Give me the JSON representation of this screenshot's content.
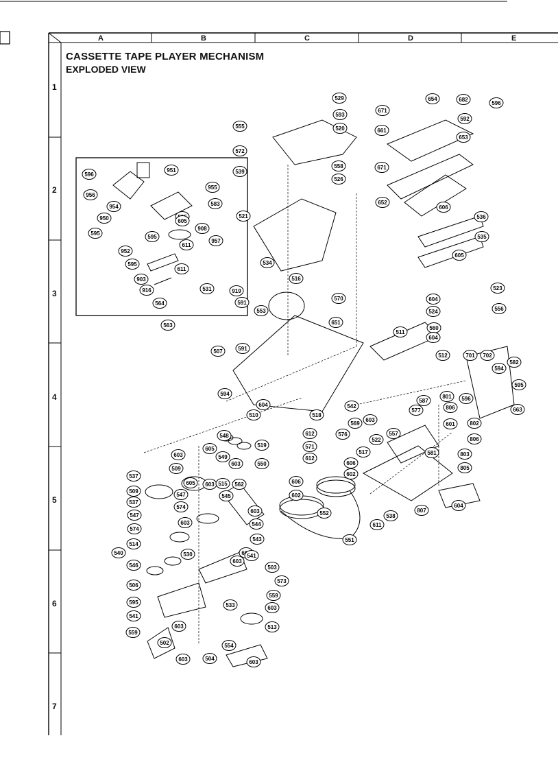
{
  "title": "CASSETTE TAPE PLAYER MECHANISM",
  "subtitle": "EXPLODED VIEW",
  "grid": {
    "columns": [
      "A",
      "B",
      "C",
      "D",
      "E"
    ],
    "rows": [
      "1",
      "2",
      "3",
      "4",
      "5",
      "6",
      "7"
    ]
  },
  "callouts": {
    "inset": [
      "596",
      "951",
      "956",
      "955",
      "583",
      "954",
      "950",
      "595",
      "605",
      "908",
      "595",
      "595",
      "611",
      "952",
      "957",
      "595",
      "611",
      "903",
      "916"
    ],
    "upper": [
      "529",
      "593",
      "555",
      "520",
      "572",
      "558",
      "539",
      "526",
      "521",
      "534",
      "919",
      "516",
      "531",
      "591",
      "564",
      "553",
      "570",
      "563",
      "651",
      "591",
      "507",
      "594"
    ],
    "right": [
      "654",
      "682",
      "596",
      "671",
      "592",
      "661",
      "653",
      "671",
      "652",
      "606",
      "536",
      "535",
      "605",
      "523",
      "604",
      "524",
      "556",
      "560",
      "511",
      "604",
      "512",
      "701",
      "702",
      "582",
      "594",
      "595",
      "596",
      "663"
    ],
    "middle": [
      "604",
      "510",
      "518",
      "548",
      "612",
      "569",
      "603",
      "576",
      "605",
      "549",
      "603",
      "550",
      "519",
      "571",
      "612",
      "517",
      "542",
      "577",
      "587",
      "801",
      "806",
      "601",
      "802",
      "806",
      "557",
      "522",
      "581",
      "803",
      "805"
    ],
    "lower": [
      "603",
      "509",
      "605",
      "537",
      "509",
      "547",
      "537",
      "547",
      "574",
      "574",
      "603",
      "515",
      "562",
      "545",
      "603",
      "544",
      "543",
      "603",
      "514",
      "530",
      "606",
      "540",
      "546",
      "603",
      "541",
      "503",
      "573",
      "506",
      "533",
      "559",
      "595",
      "603",
      "541",
      "603",
      "513",
      "559",
      "502",
      "603",
      "554",
      "504",
      "603"
    ],
    "belt": [
      "606",
      "602",
      "606",
      "602",
      "552",
      "551",
      "538",
      "611",
      "807",
      "604"
    ]
  }
}
